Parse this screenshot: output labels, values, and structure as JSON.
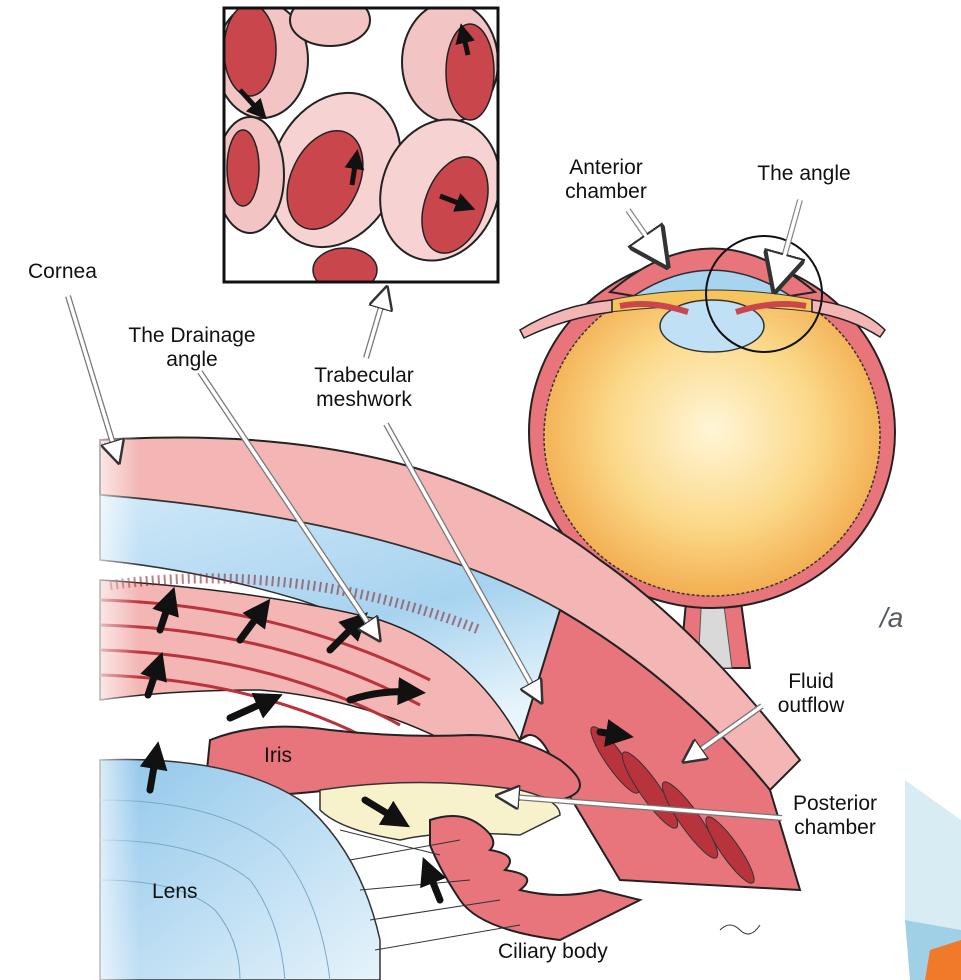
{
  "colors": {
    "tissue": "#e8747c",
    "tissue_light": "#f3b6b4",
    "tissue_dark": "#b8333c",
    "muscle": "#c9464d",
    "aqueous_blue": "#a9d4f0",
    "lens_blue": "#bfe0f5",
    "vitreous_yellow": "#f6c45c",
    "vitreous_center": "#fff3d0",
    "posterior_chamber": "#f7f1cc",
    "outline": "#1a1a1a",
    "pointer": "#ffffff"
  },
  "labels": {
    "cornea": "Cornea",
    "drainage_angle": [
      "The Drainage",
      "angle"
    ],
    "trabecular_meshwork": [
      "Trabecular",
      "meshwork"
    ],
    "anterior_chamber": [
      "Anterior",
      "chamber"
    ],
    "the_angle": "The angle",
    "fluid_outflow": [
      "Fluid",
      "outflow"
    ],
    "posterior_chamber": [
      "Posterior",
      "chamber"
    ],
    "iris": "Iris",
    "lens": "Lens",
    "ciliary_body": "Ciliary body"
  },
  "background_fragment": "/a"
}
